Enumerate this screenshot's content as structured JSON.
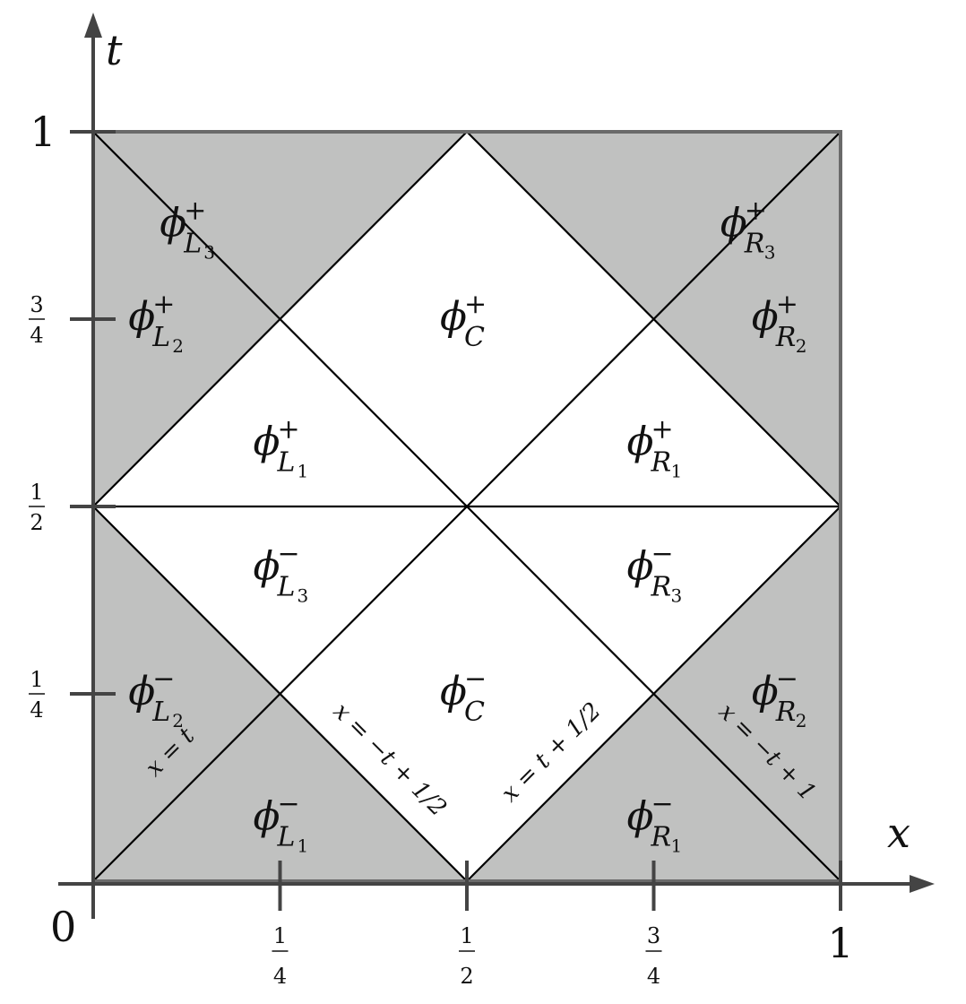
{
  "axes": {
    "x_label": "x",
    "t_label": "t",
    "origin_label": "0",
    "x_ticks": [
      {
        "value": 0.25,
        "num": "1",
        "den": "4"
      },
      {
        "value": 0.5,
        "num": "1",
        "den": "2"
      },
      {
        "value": 0.75,
        "num": "3",
        "den": "4"
      },
      {
        "value": 1,
        "label": "1"
      }
    ],
    "t_ticks": [
      {
        "value": 0.25,
        "num": "1",
        "den": "4"
      },
      {
        "value": 0.5,
        "num": "1",
        "den": "2"
      },
      {
        "value": 0.75,
        "num": "3",
        "den": "4"
      },
      {
        "value": 1,
        "label": "1"
      }
    ]
  },
  "colors": {
    "shaded": "#c0c1c0",
    "white": "#ffffff",
    "line": "#000000",
    "axis": "#444444",
    "frame": "#6a6a6a"
  },
  "regions": [
    {
      "name": "region-phi-L3-plus",
      "sup": "+",
      "sub": "L",
      "idx": "3",
      "cx": 0.125,
      "ct": 0.875,
      "shaded": true,
      "poly": [
        [
          0,
          1
        ],
        [
          0.5,
          1
        ],
        [
          0.25,
          0.75
        ]
      ]
    },
    {
      "name": "region-phi-R3-plus",
      "sup": "+",
      "sub": "R",
      "idx": "3",
      "cx": 0.875,
      "ct": 0.875,
      "shaded": true,
      "poly": [
        [
          0.5,
          1
        ],
        [
          1,
          1
        ],
        [
          0.75,
          0.75
        ]
      ]
    },
    {
      "name": "region-phi-L2-plus",
      "sup": "+",
      "sub": "L",
      "idx": "2",
      "cx": 0.083,
      "ct": 0.75,
      "shaded": true,
      "poly": [
        [
          0,
          1
        ],
        [
          0.25,
          0.75
        ],
        [
          0,
          0.5
        ]
      ]
    },
    {
      "name": "region-phi-R2-plus",
      "sup": "+",
      "sub": "R",
      "idx": "2",
      "cx": 0.917,
      "ct": 0.75,
      "shaded": true,
      "poly": [
        [
          1,
          1
        ],
        [
          0.75,
          0.75
        ],
        [
          1,
          0.5
        ]
      ]
    },
    {
      "name": "region-phi-C-plus",
      "sup": "+",
      "sub": "C",
      "idx": "",
      "cx": 0.5,
      "ct": 0.75,
      "shaded": false,
      "poly": [
        [
          0.5,
          1
        ],
        [
          0.25,
          0.75
        ],
        [
          0.5,
          0.5
        ],
        [
          0.75,
          0.75
        ]
      ]
    },
    {
      "name": "region-phi-L1-plus",
      "sup": "+",
      "sub": "L",
      "idx": "1",
      "cx": 0.25,
      "ct": 0.583,
      "shaded": false,
      "poly": [
        [
          0.25,
          0.75
        ],
        [
          0,
          0.5
        ],
        [
          0.5,
          0.5
        ]
      ]
    },
    {
      "name": "region-phi-R1-plus",
      "sup": "+",
      "sub": "R",
      "idx": "1",
      "cx": 0.75,
      "ct": 0.583,
      "shaded": false,
      "poly": [
        [
          0.75,
          0.75
        ],
        [
          0.5,
          0.5
        ],
        [
          1,
          0.5
        ]
      ]
    },
    {
      "name": "region-phi-L3-minus",
      "sup": "−",
      "sub": "L",
      "idx": "3",
      "cx": 0.25,
      "ct": 0.417,
      "shaded": false,
      "poly": [
        [
          0,
          0.5
        ],
        [
          0.5,
          0.5
        ],
        [
          0.25,
          0.25
        ]
      ]
    },
    {
      "name": "region-phi-R3-minus",
      "sup": "−",
      "sub": "R",
      "idx": "3",
      "cx": 0.75,
      "ct": 0.417,
      "shaded": false,
      "poly": [
        [
          0.5,
          0.5
        ],
        [
          1,
          0.5
        ],
        [
          0.75,
          0.25
        ]
      ]
    },
    {
      "name": "region-phi-C-minus",
      "sup": "−",
      "sub": "C",
      "idx": "",
      "cx": 0.5,
      "ct": 0.25,
      "shaded": false,
      "poly": [
        [
          0.5,
          0.5
        ],
        [
          0.25,
          0.25
        ],
        [
          0.5,
          0
        ],
        [
          0.75,
          0.25
        ]
      ]
    },
    {
      "name": "region-phi-L2-minus",
      "sup": "−",
      "sub": "L",
      "idx": "2",
      "cx": 0.083,
      "ct": 0.25,
      "shaded": true,
      "poly": [
        [
          0,
          0.5
        ],
        [
          0.25,
          0.25
        ],
        [
          0,
          0
        ]
      ]
    },
    {
      "name": "region-phi-R2-minus",
      "sup": "−",
      "sub": "R",
      "idx": "2",
      "cx": 0.917,
      "ct": 0.25,
      "shaded": true,
      "poly": [
        [
          1,
          0.5
        ],
        [
          0.75,
          0.25
        ],
        [
          1,
          0
        ]
      ]
    },
    {
      "name": "region-phi-L1-minus",
      "sup": "−",
      "sub": "L",
      "idx": "1",
      "cx": 0.25,
      "ct": 0.083,
      "shaded": true,
      "poly": [
        [
          0.25,
          0.25
        ],
        [
          0,
          0
        ],
        [
          0.5,
          0
        ]
      ]
    },
    {
      "name": "region-phi-R1-minus",
      "sup": "−",
      "sub": "R",
      "idx": "1",
      "cx": 0.75,
      "ct": 0.083,
      "shaded": true,
      "poly": [
        [
          0.75,
          0.25
        ],
        [
          0.5,
          0
        ],
        [
          1,
          0
        ]
      ]
    }
  ],
  "lines": [
    {
      "name": "line-x-eq-t",
      "from": [
        0,
        0
      ],
      "to": [
        1,
        1
      ]
    },
    {
      "name": "line-x-eq-minus-t-plus-1",
      "from": [
        1,
        0
      ],
      "to": [
        0,
        1
      ]
    },
    {
      "name": "line-x-eq-minus-t-plus-half",
      "from": [
        0.5,
        0
      ],
      "to": [
        0,
        0.5
      ]
    },
    {
      "name": "line-x-eq-t-plus-half",
      "from": [
        0,
        0.5
      ],
      "to": [
        0.5,
        1
      ]
    },
    {
      "name": "line-x-eq-t-minus-half",
      "from": [
        0.5,
        0
      ],
      "to": [
        1,
        0.5
      ]
    },
    {
      "name": "line-x-eq-minus-t-plus-3half",
      "from": [
        1,
        0.5
      ],
      "to": [
        0.5,
        1
      ]
    },
    {
      "name": "line-t-eq-half",
      "from": [
        0,
        0.5
      ],
      "to": [
        1,
        0.5
      ]
    }
  ],
  "line_labels": [
    {
      "name": "label-x-eq-t",
      "text": "x = t",
      "cx": 0.11,
      "ct": 0.165,
      "angle": -45
    },
    {
      "name": "label-x-eq-minus-t-plus-half",
      "text": "x = −t + 1/2",
      "cx": 0.39,
      "ct": 0.155,
      "angle": 45
    },
    {
      "name": "label-x-eq-t-plus-half",
      "text": "x = t + 1/2",
      "cx": 0.62,
      "ct": 0.165,
      "angle": -45
    },
    {
      "name": "label-x-eq-minus-t-plus-1",
      "text": "x = −t + 1",
      "cx": 0.895,
      "ct": 0.165,
      "angle": 45
    }
  ]
}
